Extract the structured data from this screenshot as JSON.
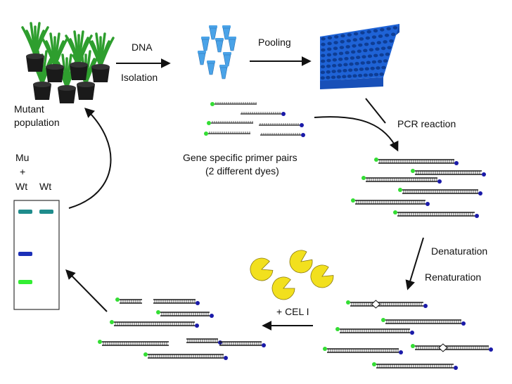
{
  "labels": {
    "dna": "DNA",
    "isolation": "Isolation",
    "pooling": "Pooling",
    "mutant_line1": "Mutant",
    "mutant_line2": "population",
    "pcr": "PCR reaction",
    "primer_line1": "Gene specific primer pairs",
    "primer_line2": "(2 different dyes)",
    "denaturation": "Denaturation",
    "renaturation": "Renaturation",
    "cel": "+ CEL I",
    "mu": "Mu",
    "plus": "+",
    "wt1": "Wt",
    "wt2": "Wt"
  },
  "colors": {
    "leaf": "#2e9e2e",
    "pot": "#1a1a1a",
    "tube": "#4aa3e8",
    "plate": "#1f63d6",
    "dna_strand": "#1a1a1a",
    "dye_green": "#33dd33",
    "dye_blue": "#1a1aa8",
    "enzyme": "#f2e01e",
    "band_teal": "#1f8c8c",
    "band_blue": "#1c2fb8",
    "band_green": "#33ee33"
  }
}
